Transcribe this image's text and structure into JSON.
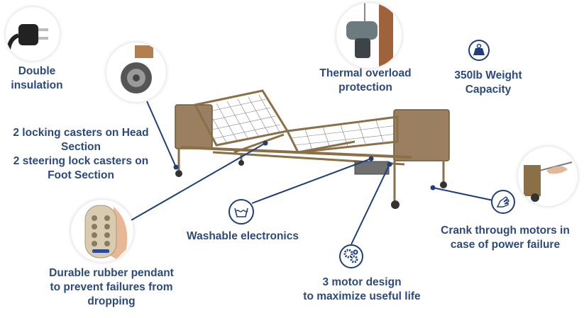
{
  "brand_colors": {
    "text": "#2c4a7c",
    "line": "#1f3f7a",
    "bed_frame": "#8a6f47",
    "panel": "#9a8060"
  },
  "features": {
    "double_insulation": {
      "line1": "Double",
      "line2": "insulation",
      "icon": "power-plug-icon"
    },
    "casters": {
      "line1": "2 locking casters on Head",
      "line2": "Section",
      "line3": "2 steering lock casters on",
      "line4": "Foot Section",
      "icon": "caster-wheel-icon"
    },
    "thermal": {
      "line1": "Thermal overload",
      "line2": "protection",
      "icon": "motor-icon"
    },
    "weight": {
      "line1": "350lb Weight",
      "line2": "Capacity",
      "icon": "weight-icon"
    },
    "washable": {
      "line1": "Washable electronics",
      "icon": "wash-tub-icon"
    },
    "pendant": {
      "line1": "Durable rubber pendant",
      "line2": "to prevent failures from",
      "line3": "dropping",
      "icon": "pendant-remote-icon"
    },
    "motor": {
      "line1": "3 motor design",
      "line2": "to maximize useful life",
      "icon": "gears-icon"
    },
    "crank": {
      "line1": "Crank through motors in",
      "line2": "case of power failure",
      "icon": "hand-crank-icon"
    }
  }
}
